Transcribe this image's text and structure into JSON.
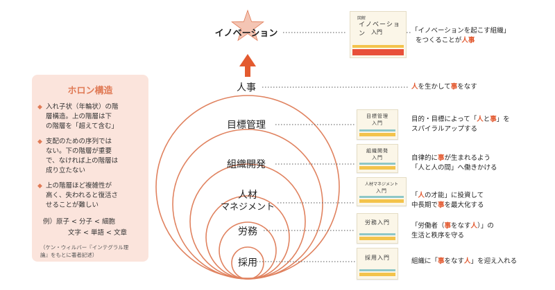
{
  "diagram": {
    "top_label": "イノベーション",
    "levels": [
      {
        "label": "人事"
      },
      {
        "label": "目標管理"
      },
      {
        "label": "組織開発"
      },
      {
        "label": "人材",
        "label2": "マネジメント"
      },
      {
        "label": "労務"
      },
      {
        "label": "採用"
      }
    ]
  },
  "descriptions": {
    "innovation": {
      "l1": "「イノベーションを起こす組織」",
      "l2a": "をつくることが",
      "l2b": "人事"
    },
    "hr": {
      "a": "人",
      "b": "を生かして",
      "c": "事",
      "d": "をなす"
    },
    "mbo": {
      "l1a": "目的・目標によって「",
      "l1b": "人",
      "l1c": "と",
      "l1d": "事",
      "l1e": "」を",
      "l2": "スパイラルアップする"
    },
    "od": {
      "l1a": "自律的に",
      "l1b": "事",
      "l1c": "が生まれるよう",
      "l2": "「人と人の間」へ働きかける"
    },
    "tm": {
      "l1a": "「",
      "l1b": "人",
      "l1c": "の才能」に投資して",
      "l2a": "中長期で",
      "l2b": "事",
      "l2c": "を最大化する"
    },
    "labor": {
      "l1a": "「労働者（",
      "l1b": "事",
      "l1c": "をなす",
      "l1d": "人",
      "l1e": "）」の",
      "l2": "生活と秩序を守る"
    },
    "recruit": {
      "a": "組織に「",
      "b": "事",
      "c": "をなす",
      "d": "人",
      "e": "」を迎え入れる"
    }
  },
  "books": {
    "innovation": {
      "small": "図解",
      "title": "イノベーション",
      "sub": "入門"
    },
    "mbo": {
      "title": "目標管理",
      "sub": "入門"
    },
    "od": {
      "title": "組織開発",
      "sub": "入門"
    },
    "tm": {
      "title": "人材マネジメント",
      "sub": "入門"
    },
    "labor": {
      "title": "労務入門"
    },
    "recruit": {
      "title": "採用入門"
    }
  },
  "panel": {
    "title": "ホロン構造",
    "items": [
      {
        "l1": "入れ子状（年輪状）の階",
        "l2": "層構造。上の階層は下",
        "l3": "の階層を「超えて含む」"
      },
      {
        "l1": "支配のための序列では",
        "l2": "ない。下の階層が重要",
        "l3": "で、なければ上の階層は",
        "l4": "成り立たない"
      },
      {
        "l1": "上の階層ほど複雑性が",
        "l2": "高く、失われると復活さ",
        "l3": "せることが難しい"
      }
    ],
    "example_l1": "例）原子 < 分子 < 細胞",
    "example_l2": "文字 < 単語 < 文章",
    "cite_l1": "（ケン・ウィルバー『インテグラル理",
    "cite_l2": "論』をもとに著者記述）"
  },
  "colors": {
    "accent": "#e07a55",
    "circle": "#e0825f",
    "highlight": "#e2572d",
    "panel": "#fbe4dc"
  }
}
